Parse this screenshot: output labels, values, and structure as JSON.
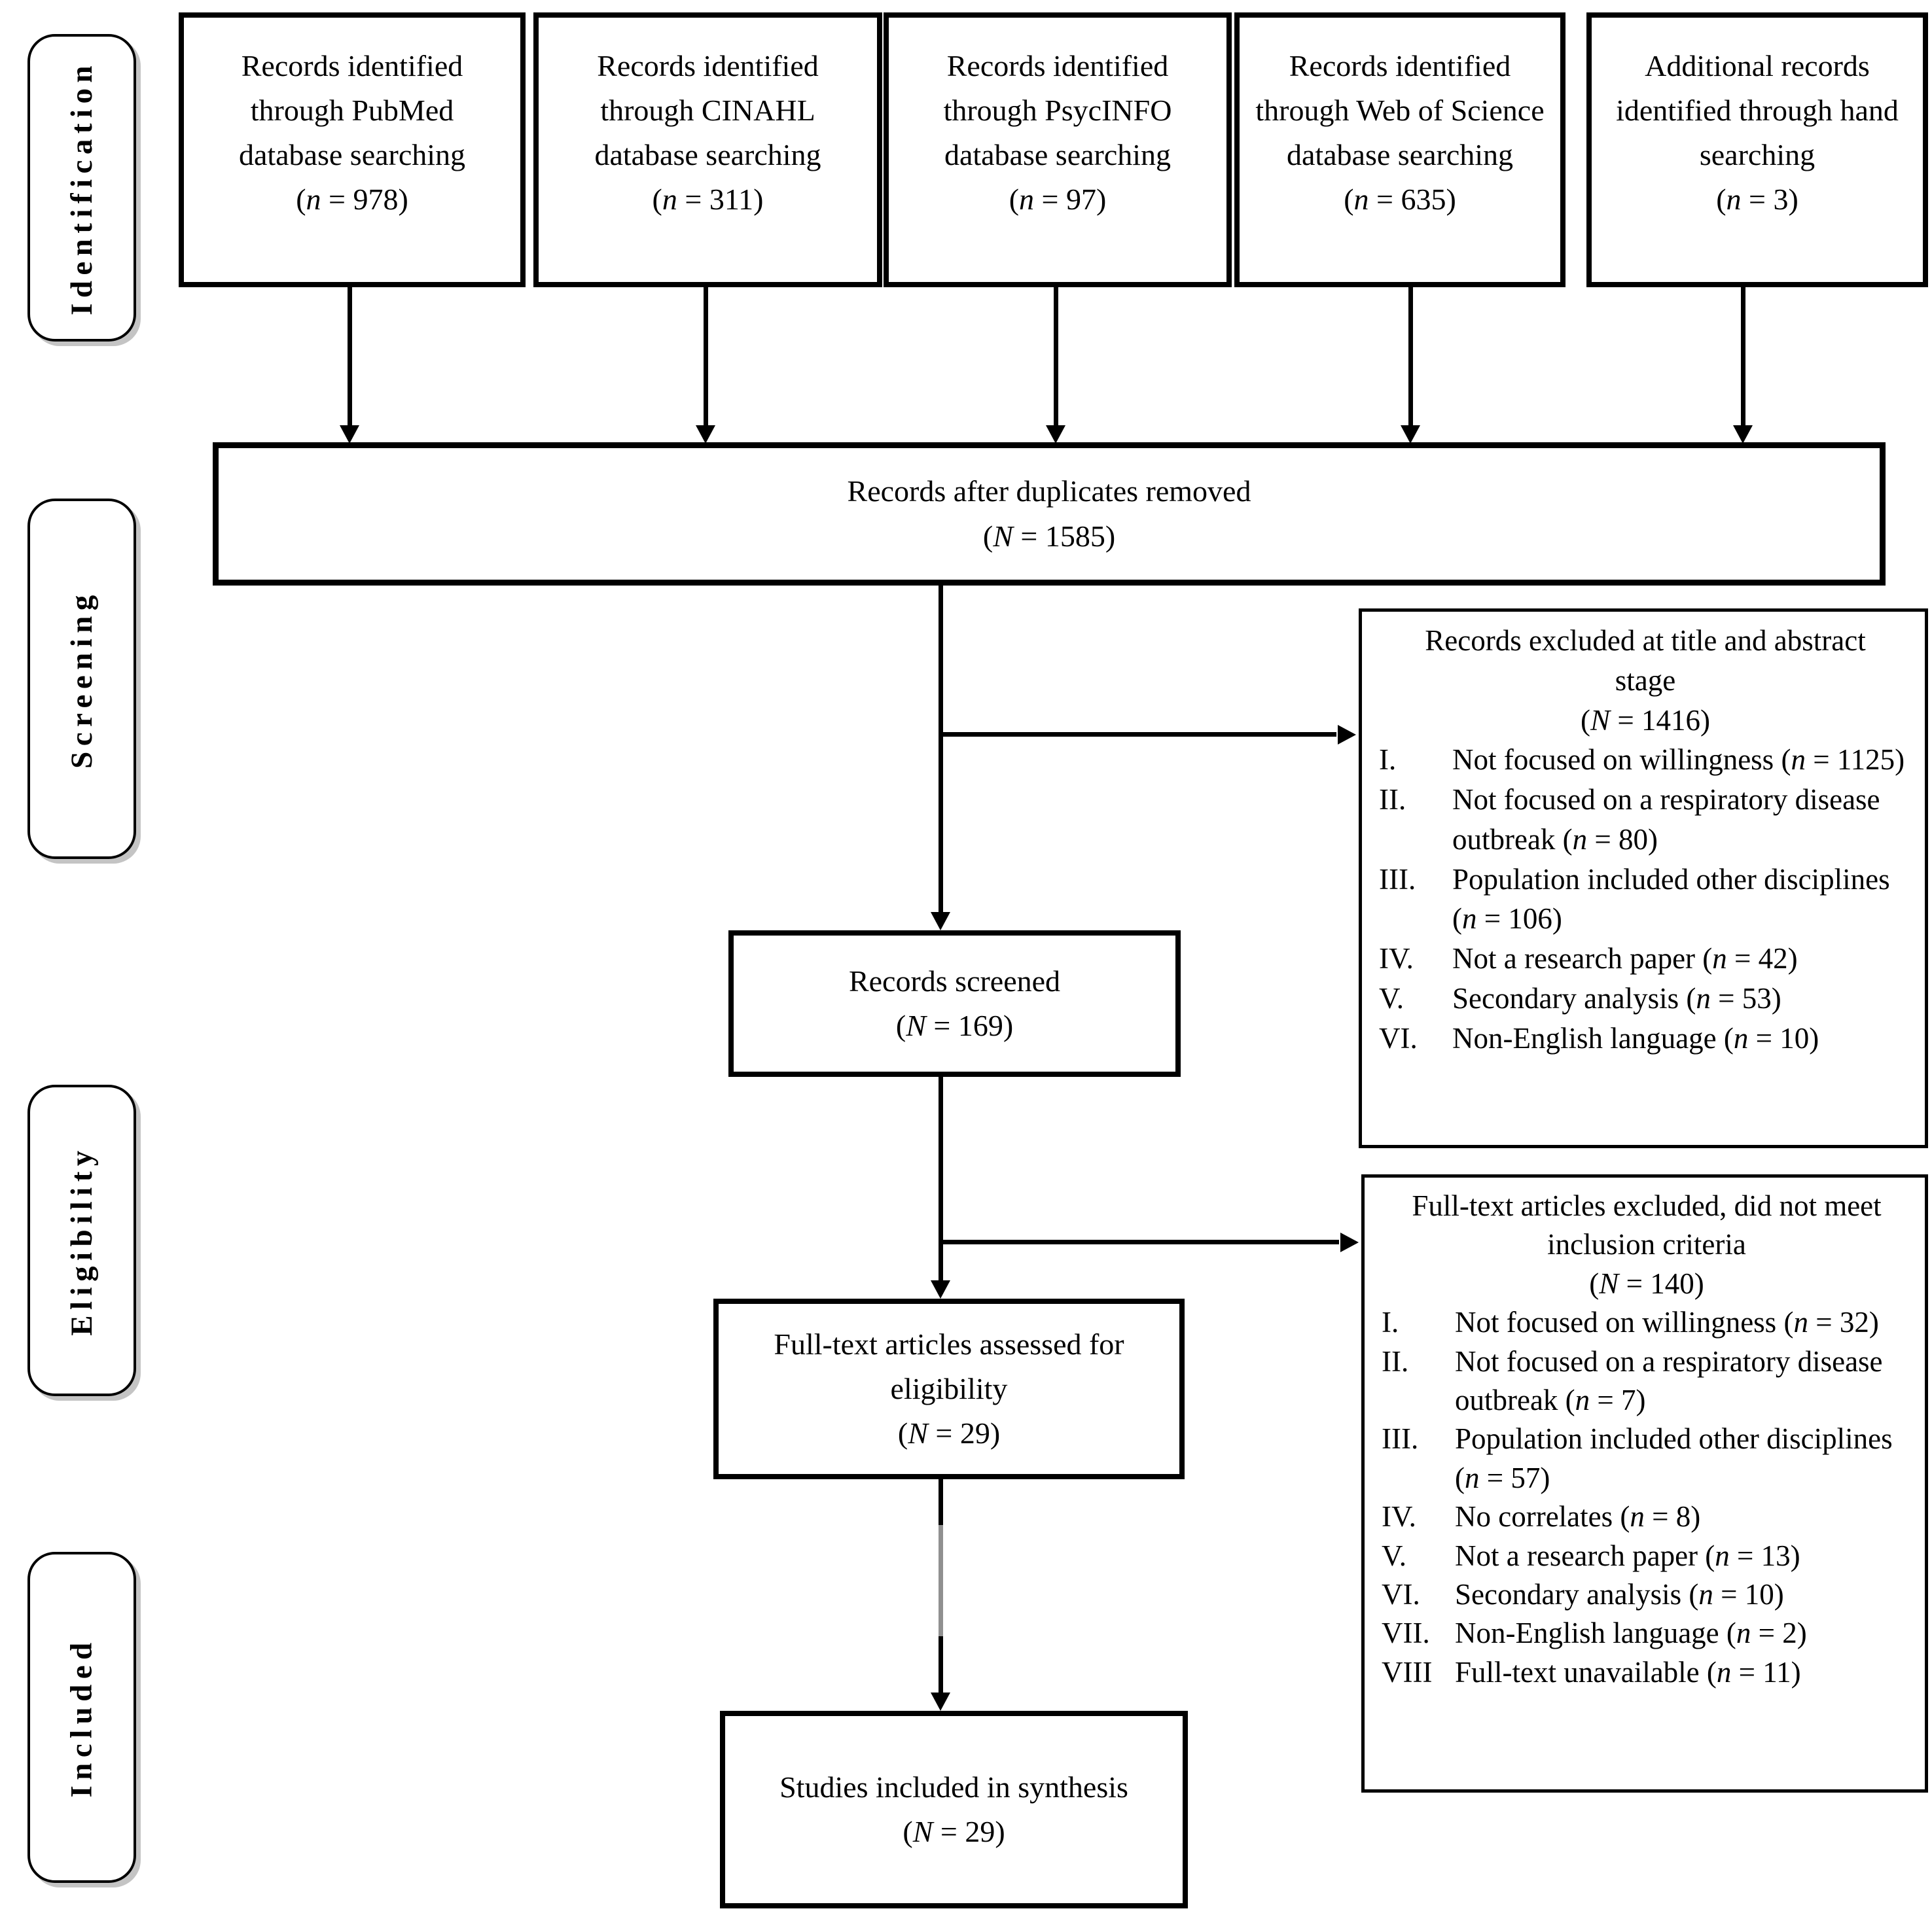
{
  "stages": [
    {
      "label": "Identification"
    },
    {
      "label": "Screening"
    },
    {
      "label": "Eligibility"
    },
    {
      "label": "Included"
    }
  ],
  "source_boxes": [
    {
      "label": "Records identified through PubMed database searching",
      "count": "(n = 978)"
    },
    {
      "label": "Records identified through CINAHL database searching",
      "count": "(n = 311)"
    },
    {
      "label": "Records identified through PsycINFO database searching",
      "count": "(n = 97)"
    },
    {
      "label": "Records identified through Web of Science database searching",
      "count": "(n = 635)"
    },
    {
      "label": "Additional records identified through hand searching",
      "count": "(n = 3)"
    }
  ],
  "duplicates_box": {
    "label": "Records after duplicates removed",
    "count": "(N = 1585)"
  },
  "screened_box": {
    "label": "Records screened",
    "count": "(N = 169)"
  },
  "fulltext_box": {
    "label": "Full-text articles assessed for eligibility",
    "count": "(N = 29)"
  },
  "included_box": {
    "label": "Studies included in synthesis",
    "count": "(N = 29)"
  },
  "excluded_title_box": {
    "title": "Records excluded at title and abstract stage",
    "count": "(N = 1416)",
    "items": [
      {
        "numeral": "I.",
        "text": "Not focused on willingness (n = 1125)"
      },
      {
        "numeral": "II.",
        "text": "Not focused on a respiratory disease outbreak (n = 80)"
      },
      {
        "numeral": "III.",
        "text": "Population included other disciplines (n = 106)"
      },
      {
        "numeral": "IV.",
        "text": "Not a research paper (n = 42)"
      },
      {
        "numeral": "V.",
        "text": "Secondary analysis (n = 53)"
      },
      {
        "numeral": "VI.",
        "text": "Non-English language (n = 10)"
      }
    ]
  },
  "excluded_fulltext_box": {
    "title": "Full-text articles excluded, did not meet inclusion criteria",
    "count": "(N = 140)",
    "items": [
      {
        "numeral": "I.",
        "text": "Not focused on willingness (n = 32)"
      },
      {
        "numeral": "II.",
        "text": "Not focused on a respiratory disease outbreak (n = 7)"
      },
      {
        "numeral": "III.",
        "text": "Population included other disciplines (n = 57)"
      },
      {
        "numeral": "IV.",
        "text": "No correlates (n = 8)"
      },
      {
        "numeral": "V.",
        "text": "Not a research paper (n = 13)"
      },
      {
        "numeral": "VI.",
        "text": "Secondary analysis (n = 10)"
      },
      {
        "numeral": "VII.",
        "text": "Non-English language (n = 2)"
      },
      {
        "numeral": "VIII",
        "text": "Full-text unavailable (n = 11)"
      }
    ]
  },
  "colors": {
    "ink": "#000000",
    "connector_gray": "#909090",
    "shadow_gray": "#c4c4c4",
    "background": "#ffffff"
  }
}
